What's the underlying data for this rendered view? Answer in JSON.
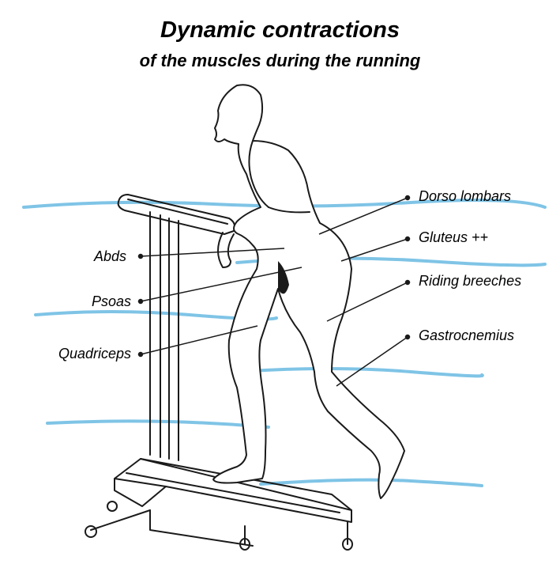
{
  "title": "Dynamic contractions",
  "subtitle": "of the muscles during the running",
  "labels": {
    "dorso_lombars": "Dorso lombars",
    "gluteus": "Gluteus ++",
    "riding_breeches": "Riding breeches",
    "gastrocnemius": "Gastrocnemius",
    "abds": "Abds",
    "psoas": "Psoas",
    "quadriceps": "Quadriceps"
  },
  "colors": {
    "water": "#7fc4e6",
    "line": "#1a1a1a",
    "background": "#ffffff"
  }
}
